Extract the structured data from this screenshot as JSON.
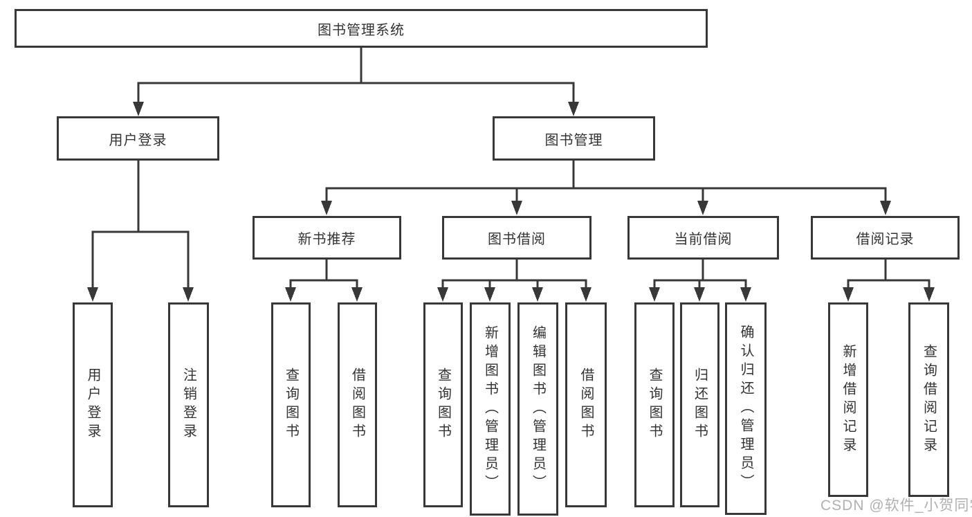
{
  "colors": {
    "line": "#383838",
    "text": "#333333",
    "watermark": "#a2a2a2",
    "background": "#ffffff"
  },
  "nodes": {
    "root": {
      "label": "图书管理系统"
    },
    "user_login": {
      "label": "用户登录"
    },
    "book_management": {
      "label": "图书管理"
    },
    "new_book_recommend": {
      "label": "新书推荐"
    },
    "book_borrow": {
      "label": "图书借阅"
    },
    "current_borrow": {
      "label": "当前借阅"
    },
    "borrow_records": {
      "label": "借阅记录"
    },
    "leaf_user_login": {
      "label": "用户登录"
    },
    "leaf_logout": {
      "label": "注销登录"
    },
    "leaf_query_book_1": {
      "label": "查询图书"
    },
    "leaf_borrow_book_1": {
      "label": "借阅图书"
    },
    "leaf_query_book_2": {
      "label": "查询图书"
    },
    "leaf_add_book": {
      "label": "新增图书（管理员）"
    },
    "leaf_edit_book": {
      "label": "编辑图书（管理员）"
    },
    "leaf_borrow_book_2": {
      "label": "借阅图书"
    },
    "leaf_query_book_3": {
      "label": "查询图书"
    },
    "leaf_return_book": {
      "label": "归还图书"
    },
    "leaf_confirm_return": {
      "label": "确认归还（管理员）"
    },
    "leaf_add_borrow_record": {
      "label": "新增借阅记录"
    },
    "leaf_query_borrow_record": {
      "label": "查询借阅记录"
    }
  },
  "hierarchy": {
    "图书管理系统": {
      "用户登录": [
        "用户登录",
        "注销登录"
      ],
      "图书管理": {
        "新书推荐": [
          "查询图书",
          "借阅图书"
        ],
        "图书借阅": [
          "查询图书",
          "新增图书（管理员）",
          "编辑图书（管理员）",
          "借阅图书"
        ],
        "当前借阅": [
          "查询图书",
          "归还图书",
          "确认归还（管理员）"
        ],
        "借阅记录": [
          "新增借阅记录",
          "查询借阅记录"
        ]
      }
    }
  },
  "watermark": {
    "text": "CSDN @软件_小贺同学"
  }
}
